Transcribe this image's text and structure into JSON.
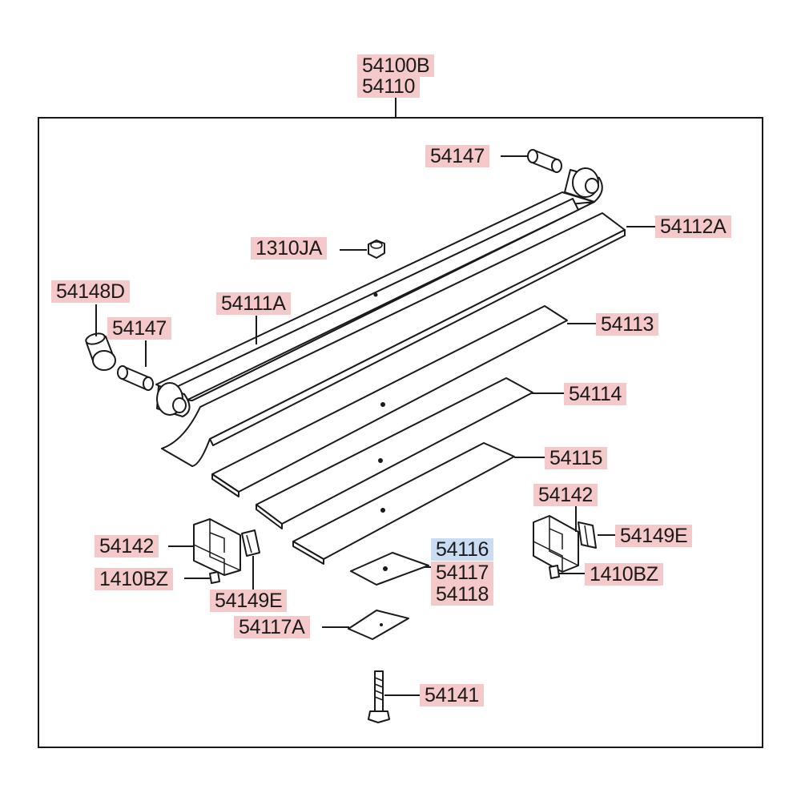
{
  "labels": {
    "assy_1": "54100B",
    "assy_2": "54110",
    "bushing_top": "54147",
    "leaf_second": "54112A",
    "nut": "1310JA",
    "bushing_outer": "54148D",
    "main_leaf": "54111A",
    "bushing_left": "54147",
    "leaf_third": "54113",
    "leaf_fourth": "54114",
    "leaf_fifth": "54115",
    "clip_right": "54142",
    "clip_left": "54142",
    "spacer_right": "54149E",
    "pad_1": "54116",
    "pad_2": "54117",
    "pad_3": "54118",
    "rivet_left": "1410BZ",
    "rivet_right": "1410BZ",
    "spacer_left": "54149E",
    "pad_lower": "54117A",
    "center_bolt": "54141"
  },
  "colors": {
    "label_highlight": "#f5c9c9",
    "selected_highlight": "#c9dcf2",
    "line": "#1a1a1a",
    "background": "#ffffff"
  }
}
